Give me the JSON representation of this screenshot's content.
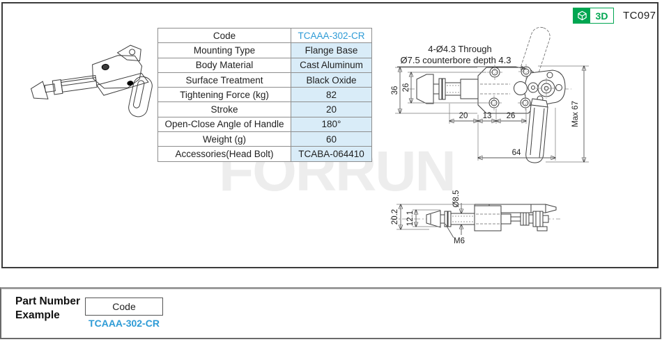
{
  "header": {
    "page_code": "TC097",
    "badge_3d_label": "3D"
  },
  "watermark": "FORRUN",
  "spec_table": {
    "rows": [
      {
        "label": "Code",
        "value": "TCAAA-302-CR"
      },
      {
        "label": "Mounting Type",
        "value": "Flange Base"
      },
      {
        "label": "Body Material",
        "value": "Cast Aluminum"
      },
      {
        "label": "Surface Treatment",
        "value": "Black Oxide"
      },
      {
        "label": "Tightening Force (kg)",
        "value": "82"
      },
      {
        "label": "Stroke",
        "value": "20"
      },
      {
        "label": "Open-Close Angle of Handle",
        "value": "180°"
      },
      {
        "label": "Weight (g)",
        "value": "60"
      },
      {
        "label": "Accessories(Head Bolt)",
        "value": "TCABA-064410"
      }
    ]
  },
  "front_view": {
    "note_line1": "4-Ø4.3 Through",
    "note_line2": "Ø7.5 counterbore depth 4.3",
    "dim_height_outer": "36",
    "dim_height_inner": "26",
    "dim_a": "20",
    "dim_b": "13",
    "dim_c": "26",
    "dim_width": "64",
    "dim_max": "Max 67"
  },
  "top_view": {
    "dim_height_outer": "20.2",
    "dim_height_inner": "12.1",
    "dim_rod": "Ø8.5",
    "thread": "M6"
  },
  "part_number_example": {
    "title_line1": "Part Number",
    "title_line2": "Example",
    "code_label": "Code",
    "code_value": "TCAAA-302-CR"
  },
  "colors": {
    "accent_blue": "#2E9BD6",
    "brand_green": "#00A651",
    "table_value_bg": "#D9ECF8"
  }
}
